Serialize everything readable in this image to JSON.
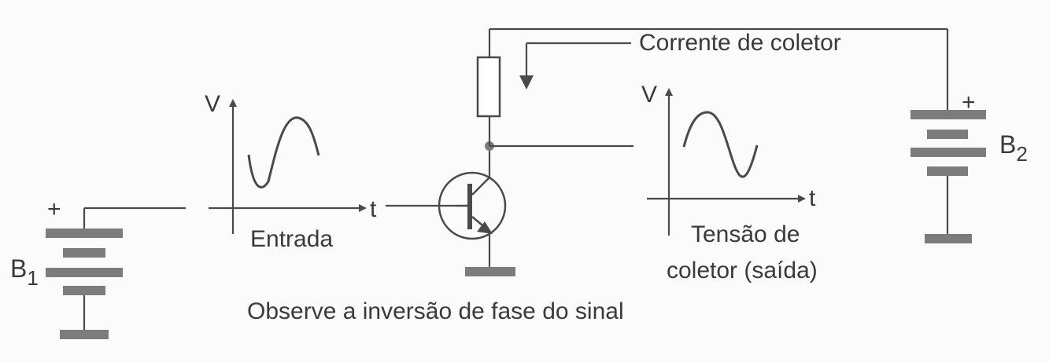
{
  "labels": {
    "b1_letter": "B",
    "b1_index": "1",
    "b1_plus": "+",
    "b2_letter": "B",
    "b2_index": "2",
    "b2_plus": "+",
    "input_v_axis": "V",
    "input_t_axis": "t",
    "input_caption": "Entrada",
    "output_v_axis": "V",
    "output_t_axis": "t",
    "output_caption_line1": "Tensão de",
    "output_caption_line2": "coletor (saída)",
    "collector_current": "Corrente de coletor",
    "footer_note": "Observe a inversão de  fase do  sinal"
  },
  "colors": {
    "ink": "#4a4a4a",
    "component": "#7c7c7c",
    "text": "#3a3a3a",
    "background": "#fbfbfb"
  }
}
